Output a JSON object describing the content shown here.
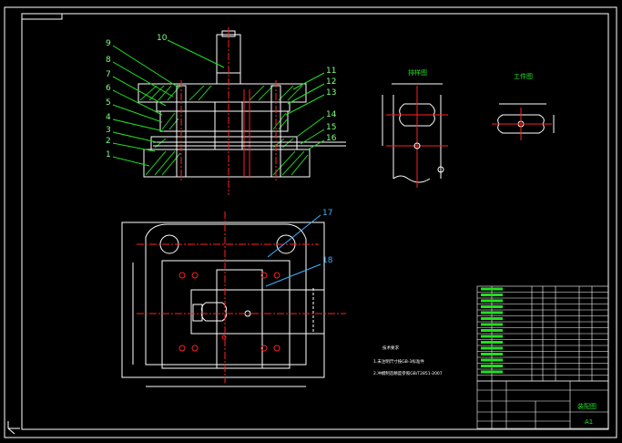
{
  "colors": {
    "background": "#000000",
    "frame": "#ffffff",
    "outline": "#ffffff",
    "hatch": "#20c020",
    "center_line": "#ff2020",
    "leader": "#20e020",
    "part_label": "#80ff80",
    "callout": "#40b0ff",
    "table_text": "#20e020"
  },
  "part_labels": {
    "left": [
      "9",
      "8",
      "7",
      "6",
      "5",
      "4",
      "3",
      "2",
      "1"
    ],
    "top": "10",
    "right": [
      "11",
      "12",
      "13",
      "14",
      "15",
      "16"
    ],
    "plan": [
      "17",
      "18"
    ]
  },
  "titles": {
    "strip_layout": "排样图",
    "workpiece": "工件图"
  },
  "tech_notes": {
    "heading": "技术要求",
    "lines": [
      "1.未注明尺寸按GB-3标准件",
      "2.冲模制造精度参照GB/T2851-2007"
    ]
  },
  "title_block": {
    "drawing_name": "装配图",
    "sheet_size": "A1"
  },
  "bom_rows": 16
}
